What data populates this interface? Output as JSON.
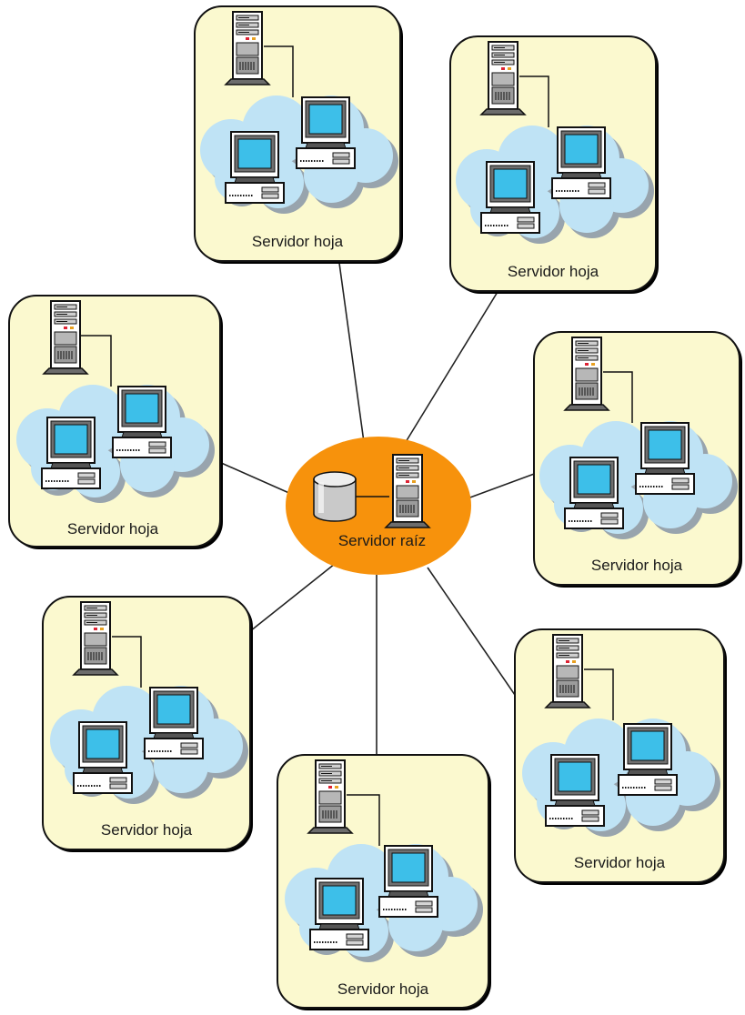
{
  "diagram": {
    "root": {
      "label": "Servidor raíz",
      "icons": [
        "database-icon",
        "server-tower-icon"
      ]
    },
    "leaves": [
      {
        "id": "leaf-top",
        "label": "Servidor hoja"
      },
      {
        "id": "leaf-top-right",
        "label": "Servidor hoja"
      },
      {
        "id": "leaf-right",
        "label": "Servidor hoja"
      },
      {
        "id": "leaf-bottom-right",
        "label": "Servidor hoja"
      },
      {
        "id": "leaf-bottom",
        "label": "Servidor hoja"
      },
      {
        "id": "leaf-bottom-left",
        "label": "Servidor hoja"
      },
      {
        "id": "leaf-left",
        "label": "Servidor hoja"
      }
    ],
    "leaf_icons": [
      "server-tower-icon",
      "network-cloud-icon",
      "workstation-icon",
      "workstation-icon"
    ],
    "colors": {
      "leaf_box_fill": "#fbf9cf",
      "cloud_fill": "#bfe3f5",
      "root_fill": "#f7920c",
      "screen": "#3dbfe9",
      "connector": "#222222"
    }
  }
}
